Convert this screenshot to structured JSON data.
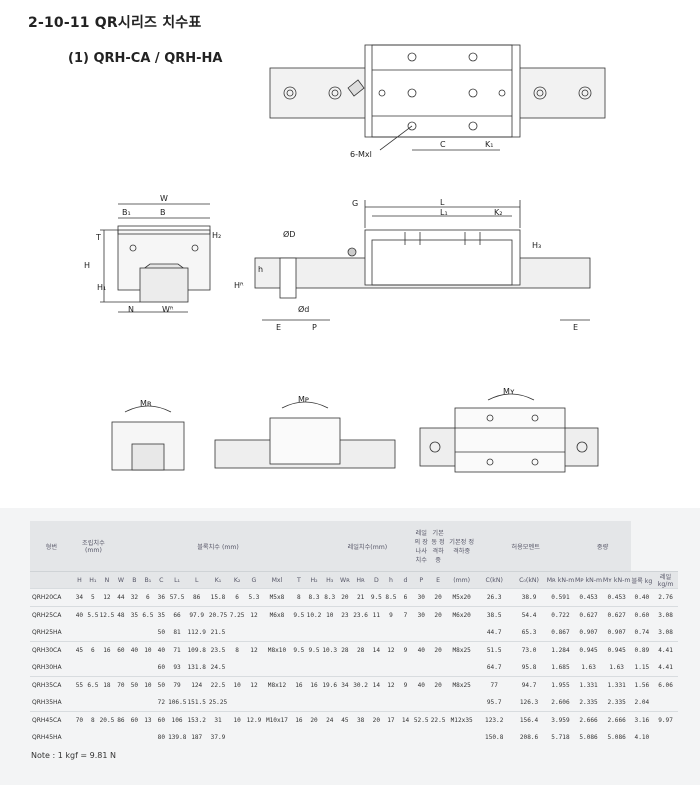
{
  "title": "2-10-11  QR시리즈 치수표",
  "subtitle": "(1) QRH-CA / QRH-HA",
  "drawing_labels": {
    "top_view": {
      "mxl": "6-Mxl",
      "c": "C",
      "k1": "K₁"
    },
    "front_view": {
      "w": "W",
      "b1": "B₁",
      "b": "B",
      "t": "T",
      "h2": "H₂",
      "h": "H",
      "h1": "H₁",
      "n": "N",
      "wr": "Wᴿ"
    },
    "end_view": {
      "dD": "ØD",
      "h": "h",
      "hr": "Hᴿ",
      "d": "Ød",
      "e": "E",
      "p": "P"
    },
    "side_view": {
      "g": "G",
      "l": "L",
      "l1": "L₁",
      "k2": "K₂",
      "h3": "H₃",
      "e": "E"
    },
    "moments": {
      "mr": "Mʀ",
      "mp": "Mᴘ",
      "my": "Mʏ"
    }
  },
  "table": {
    "header_groups": [
      {
        "label": "형번",
        "span": 1
      },
      {
        "label": "조립치수 (mm)",
        "span": 3
      },
      {
        "label": "블록치수 (mm)",
        "span": 12
      },
      {
        "label": "레일치수(mm)",
        "span": 6
      },
      {
        "label": "레일의 장나사 치수",
        "span": 1
      },
      {
        "label": "기본동 정격하중",
        "span": 1
      },
      {
        "label": "기본정 정격하중",
        "span": 1
      },
      {
        "label": "허용모멘트",
        "span": 3
      },
      {
        "label": "중량",
        "span": 2
      }
    ],
    "sub_headers": [
      "",
      "H",
      "H₁",
      "N",
      "W",
      "B",
      "B₁",
      "C",
      "L₁",
      "L",
      "K₁",
      "K₂",
      "G",
      "Mxl",
      "T",
      "H₂",
      "H₃",
      "Wʀ",
      "Hʀ",
      "D",
      "h",
      "d",
      "P",
      "E",
      "(mm)",
      "C(kN)",
      "C₀(kN)",
      "kN-m",
      "kN-m",
      "kN-m",
      "kg",
      "kg/m"
    ],
    "moment_sub": [
      "Mʀ",
      "Mᴘ",
      "Mʏ"
    ],
    "weight_sub": [
      "블록",
      "레일"
    ],
    "rows": [
      [
        "QRH20CA",
        "34",
        "5",
        "12",
        "44",
        "32",
        "6",
        "36",
        "57.5",
        "86",
        "15.8",
        "6",
        "5.3",
        "M5x8",
        "8",
        "8.3",
        "8.3",
        "20",
        "21",
        "9.5",
        "8.5",
        "6",
        "30",
        "20",
        "M5x20",
        "26.3",
        "38.9",
        "0.591",
        "0.453",
        "0.453",
        "0.40",
        "2.76"
      ],
      [
        "QRH25CA",
        "40",
        "5.5",
        "12.5",
        "48",
        "35",
        "6.5",
        "35",
        "66",
        "97.9",
        "20.75",
        "7.25",
        "12",
        "M6x8",
        "9.5",
        "10.2",
        "10",
        "23",
        "23.6",
        "11",
        "9",
        "7",
        "30",
        "20",
        "M6x20",
        "38.5",
        "54.4",
        "0.722",
        "0.627",
        "0.627",
        "0.60",
        "3.08"
      ],
      [
        "QRH25HA",
        "",
        "",
        "",
        "",
        "",
        "",
        "50",
        "81",
        "112.9",
        "21.5",
        "",
        "",
        "",
        "",
        "",
        "",
        "",
        "",
        "",
        "",
        "",
        "",
        "",
        "",
        "44.7",
        "65.3",
        "0.867",
        "0.907",
        "0.907",
        "0.74",
        "3.08"
      ],
      [
        "QRH30CA",
        "45",
        "6",
        "16",
        "60",
        "40",
        "10",
        "40",
        "71",
        "109.8",
        "23.5",
        "8",
        "12",
        "M8x10",
        "9.5",
        "9.5",
        "10.3",
        "28",
        "28",
        "14",
        "12",
        "9",
        "40",
        "20",
        "M8x25",
        "51.5",
        "73.0",
        "1.284",
        "0.945",
        "0.945",
        "0.89",
        "4.41"
      ],
      [
        "QRH30HA",
        "",
        "",
        "",
        "",
        "",
        "",
        "60",
        "93",
        "131.8",
        "24.5",
        "",
        "",
        "",
        "",
        "",
        "",
        "",
        "",
        "",
        "",
        "",
        "",
        "",
        "",
        "64.7",
        "95.8",
        "1.685",
        "1.63",
        "1.63",
        "1.15",
        "4.41"
      ],
      [
        "QRH35CA",
        "55",
        "6.5",
        "18",
        "70",
        "50",
        "10",
        "50",
        "79",
        "124",
        "22.5",
        "10",
        "12",
        "M8x12",
        "16",
        "16",
        "19.6",
        "34",
        "30.2",
        "14",
        "12",
        "9",
        "40",
        "20",
        "M8x25",
        "77",
        "94.7",
        "1.955",
        "1.331",
        "1.331",
        "1.56",
        "6.06"
      ],
      [
        "QRH35HA",
        "",
        "",
        "",
        "",
        "",
        "",
        "72",
        "106.5",
        "151.5",
        "25.25",
        "",
        "",
        "",
        "",
        "",
        "",
        "",
        "",
        "",
        "",
        "",
        "",
        "",
        "",
        "95.7",
        "126.3",
        "2.606",
        "2.335",
        "2.335",
        "2.04",
        ""
      ],
      [
        "QRH45CA",
        "70",
        "8",
        "20.5",
        "86",
        "60",
        "13",
        "60",
        "106",
        "153.2",
        "31",
        "10",
        "12.9",
        "M10x17",
        "16",
        "20",
        "24",
        "45",
        "38",
        "20",
        "17",
        "14",
        "52.5",
        "22.5",
        "M12x35",
        "123.2",
        "156.4",
        "3.959",
        "2.666",
        "2.666",
        "3.16",
        "9.97"
      ],
      [
        "QRH45HA",
        "",
        "",
        "",
        "",
        "",
        "",
        "80",
        "139.8",
        "187",
        "37.9",
        "",
        "",
        "",
        "",
        "",
        "",
        "",
        "",
        "",
        "",
        "",
        "",
        "",
        "",
        "150.8",
        "208.6",
        "5.718",
        "5.086",
        "5.086",
        "4.10",
        ""
      ]
    ]
  },
  "note": "Note : 1 kgf = 9.81 N"
}
